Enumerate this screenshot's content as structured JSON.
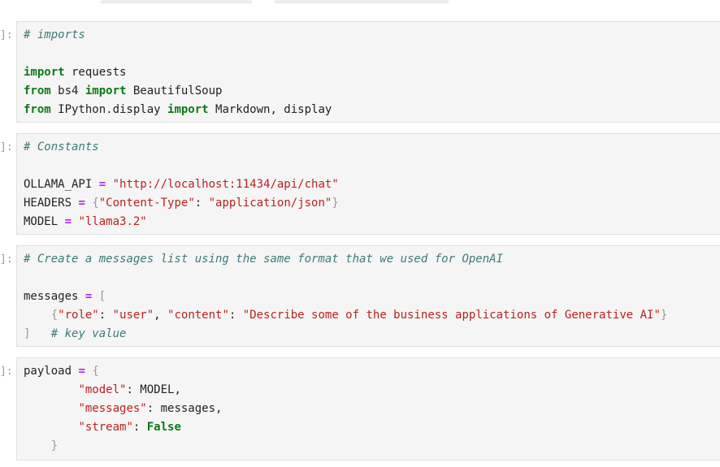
{
  "prompt_label": "]:",
  "cells": [
    {
      "lines": [
        [
          {
            "t": "# imports",
            "c": "comment"
          }
        ],
        [],
        [
          {
            "t": "import",
            "c": "kw"
          },
          {
            "t": " requests",
            "c": ""
          }
        ],
        [
          {
            "t": "from",
            "c": "kw"
          },
          {
            "t": " bs4 ",
            "c": ""
          },
          {
            "t": "import",
            "c": "kw"
          },
          {
            "t": " BeautifulSoup",
            "c": ""
          }
        ],
        [
          {
            "t": "from",
            "c": "kw"
          },
          {
            "t": " IPython.display ",
            "c": ""
          },
          {
            "t": "import",
            "c": "kw"
          },
          {
            "t": " Markdown, display",
            "c": ""
          }
        ]
      ]
    },
    {
      "lines": [
        [
          {
            "t": "# Constants",
            "c": "comment"
          }
        ],
        [],
        [
          {
            "t": "OLLAMA_API ",
            "c": ""
          },
          {
            "t": "=",
            "c": "op"
          },
          {
            "t": " ",
            "c": ""
          },
          {
            "t": "\"http://localhost:11434/api/chat\"",
            "c": "str"
          }
        ],
        [
          {
            "t": "HEADERS ",
            "c": ""
          },
          {
            "t": "=",
            "c": "op"
          },
          {
            "t": " ",
            "c": ""
          },
          {
            "t": "{",
            "c": "br"
          },
          {
            "t": "\"Content-Type\"",
            "c": "str"
          },
          {
            "t": ": ",
            "c": ""
          },
          {
            "t": "\"application/json\"",
            "c": "str"
          },
          {
            "t": "}",
            "c": "br"
          }
        ],
        [
          {
            "t": "MODEL ",
            "c": ""
          },
          {
            "t": "=",
            "c": "op"
          },
          {
            "t": " ",
            "c": ""
          },
          {
            "t": "\"llama3.2\"",
            "c": "str"
          }
        ]
      ]
    },
    {
      "lines": [
        [
          {
            "t": "# Create a messages list using the same format that we used for OpenAI",
            "c": "comment"
          }
        ],
        [],
        [
          {
            "t": "messages ",
            "c": ""
          },
          {
            "t": "=",
            "c": "op"
          },
          {
            "t": " ",
            "c": ""
          },
          {
            "t": "[",
            "c": "br"
          }
        ],
        [
          {
            "t": "    ",
            "c": ""
          },
          {
            "t": "{",
            "c": "br"
          },
          {
            "t": "\"role\"",
            "c": "str"
          },
          {
            "t": ": ",
            "c": ""
          },
          {
            "t": "\"user\"",
            "c": "str"
          },
          {
            "t": ", ",
            "c": ""
          },
          {
            "t": "\"content\"",
            "c": "str"
          },
          {
            "t": ": ",
            "c": ""
          },
          {
            "t": "\"Describe some of the business applications of Generative AI\"",
            "c": "str"
          },
          {
            "t": "}",
            "c": "br"
          }
        ],
        [
          {
            "t": "]",
            "c": "br"
          },
          {
            "t": "   ",
            "c": ""
          },
          {
            "t": "# key value",
            "c": "comment"
          }
        ]
      ]
    },
    {
      "lines": [
        [
          {
            "t": "payload ",
            "c": ""
          },
          {
            "t": "=",
            "c": "op"
          },
          {
            "t": " ",
            "c": ""
          },
          {
            "t": "{",
            "c": "br"
          }
        ],
        [
          {
            "t": "        ",
            "c": ""
          },
          {
            "t": "\"model\"",
            "c": "str"
          },
          {
            "t": ": MODEL,",
            "c": ""
          }
        ],
        [
          {
            "t": "        ",
            "c": ""
          },
          {
            "t": "\"messages\"",
            "c": "str"
          },
          {
            "t": ": messages,",
            "c": ""
          }
        ],
        [
          {
            "t": "        ",
            "c": ""
          },
          {
            "t": "\"stream\"",
            "c": "str"
          },
          {
            "t": ": ",
            "c": ""
          },
          {
            "t": "False",
            "c": "kw"
          }
        ],
        [
          {
            "t": "    ",
            "c": ""
          },
          {
            "t": "}",
            "c": "br"
          }
        ]
      ]
    }
  ]
}
